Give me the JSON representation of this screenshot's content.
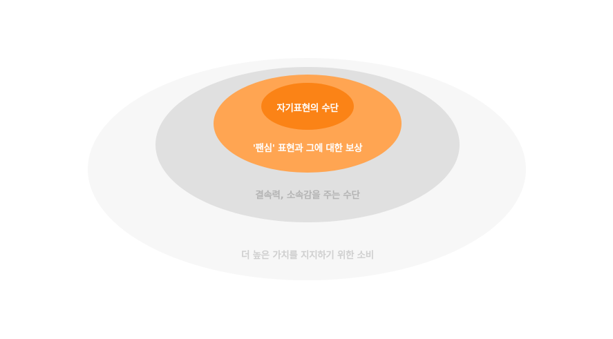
{
  "diagram": {
    "type": "nested-ellipses",
    "layers": [
      {
        "id": "outer",
        "label": "더 높은 가치를 지지하기 위한 소비",
        "fill": "#f7f7f7",
        "text_color": "#cfcfcf"
      },
      {
        "id": "middle",
        "label": "결속력, 소속감을 주는 수단",
        "fill": "#e0e0e0",
        "text_color": "#b4b4b4"
      },
      {
        "id": "inner",
        "label": "'팬심' 표현과 그에 대한 보상",
        "fill": "#ffa552",
        "text_color": "#ffffff"
      },
      {
        "id": "core",
        "label": "자기표현의 수단",
        "fill": "#fb8316",
        "text_color": "#ffffff"
      }
    ]
  }
}
